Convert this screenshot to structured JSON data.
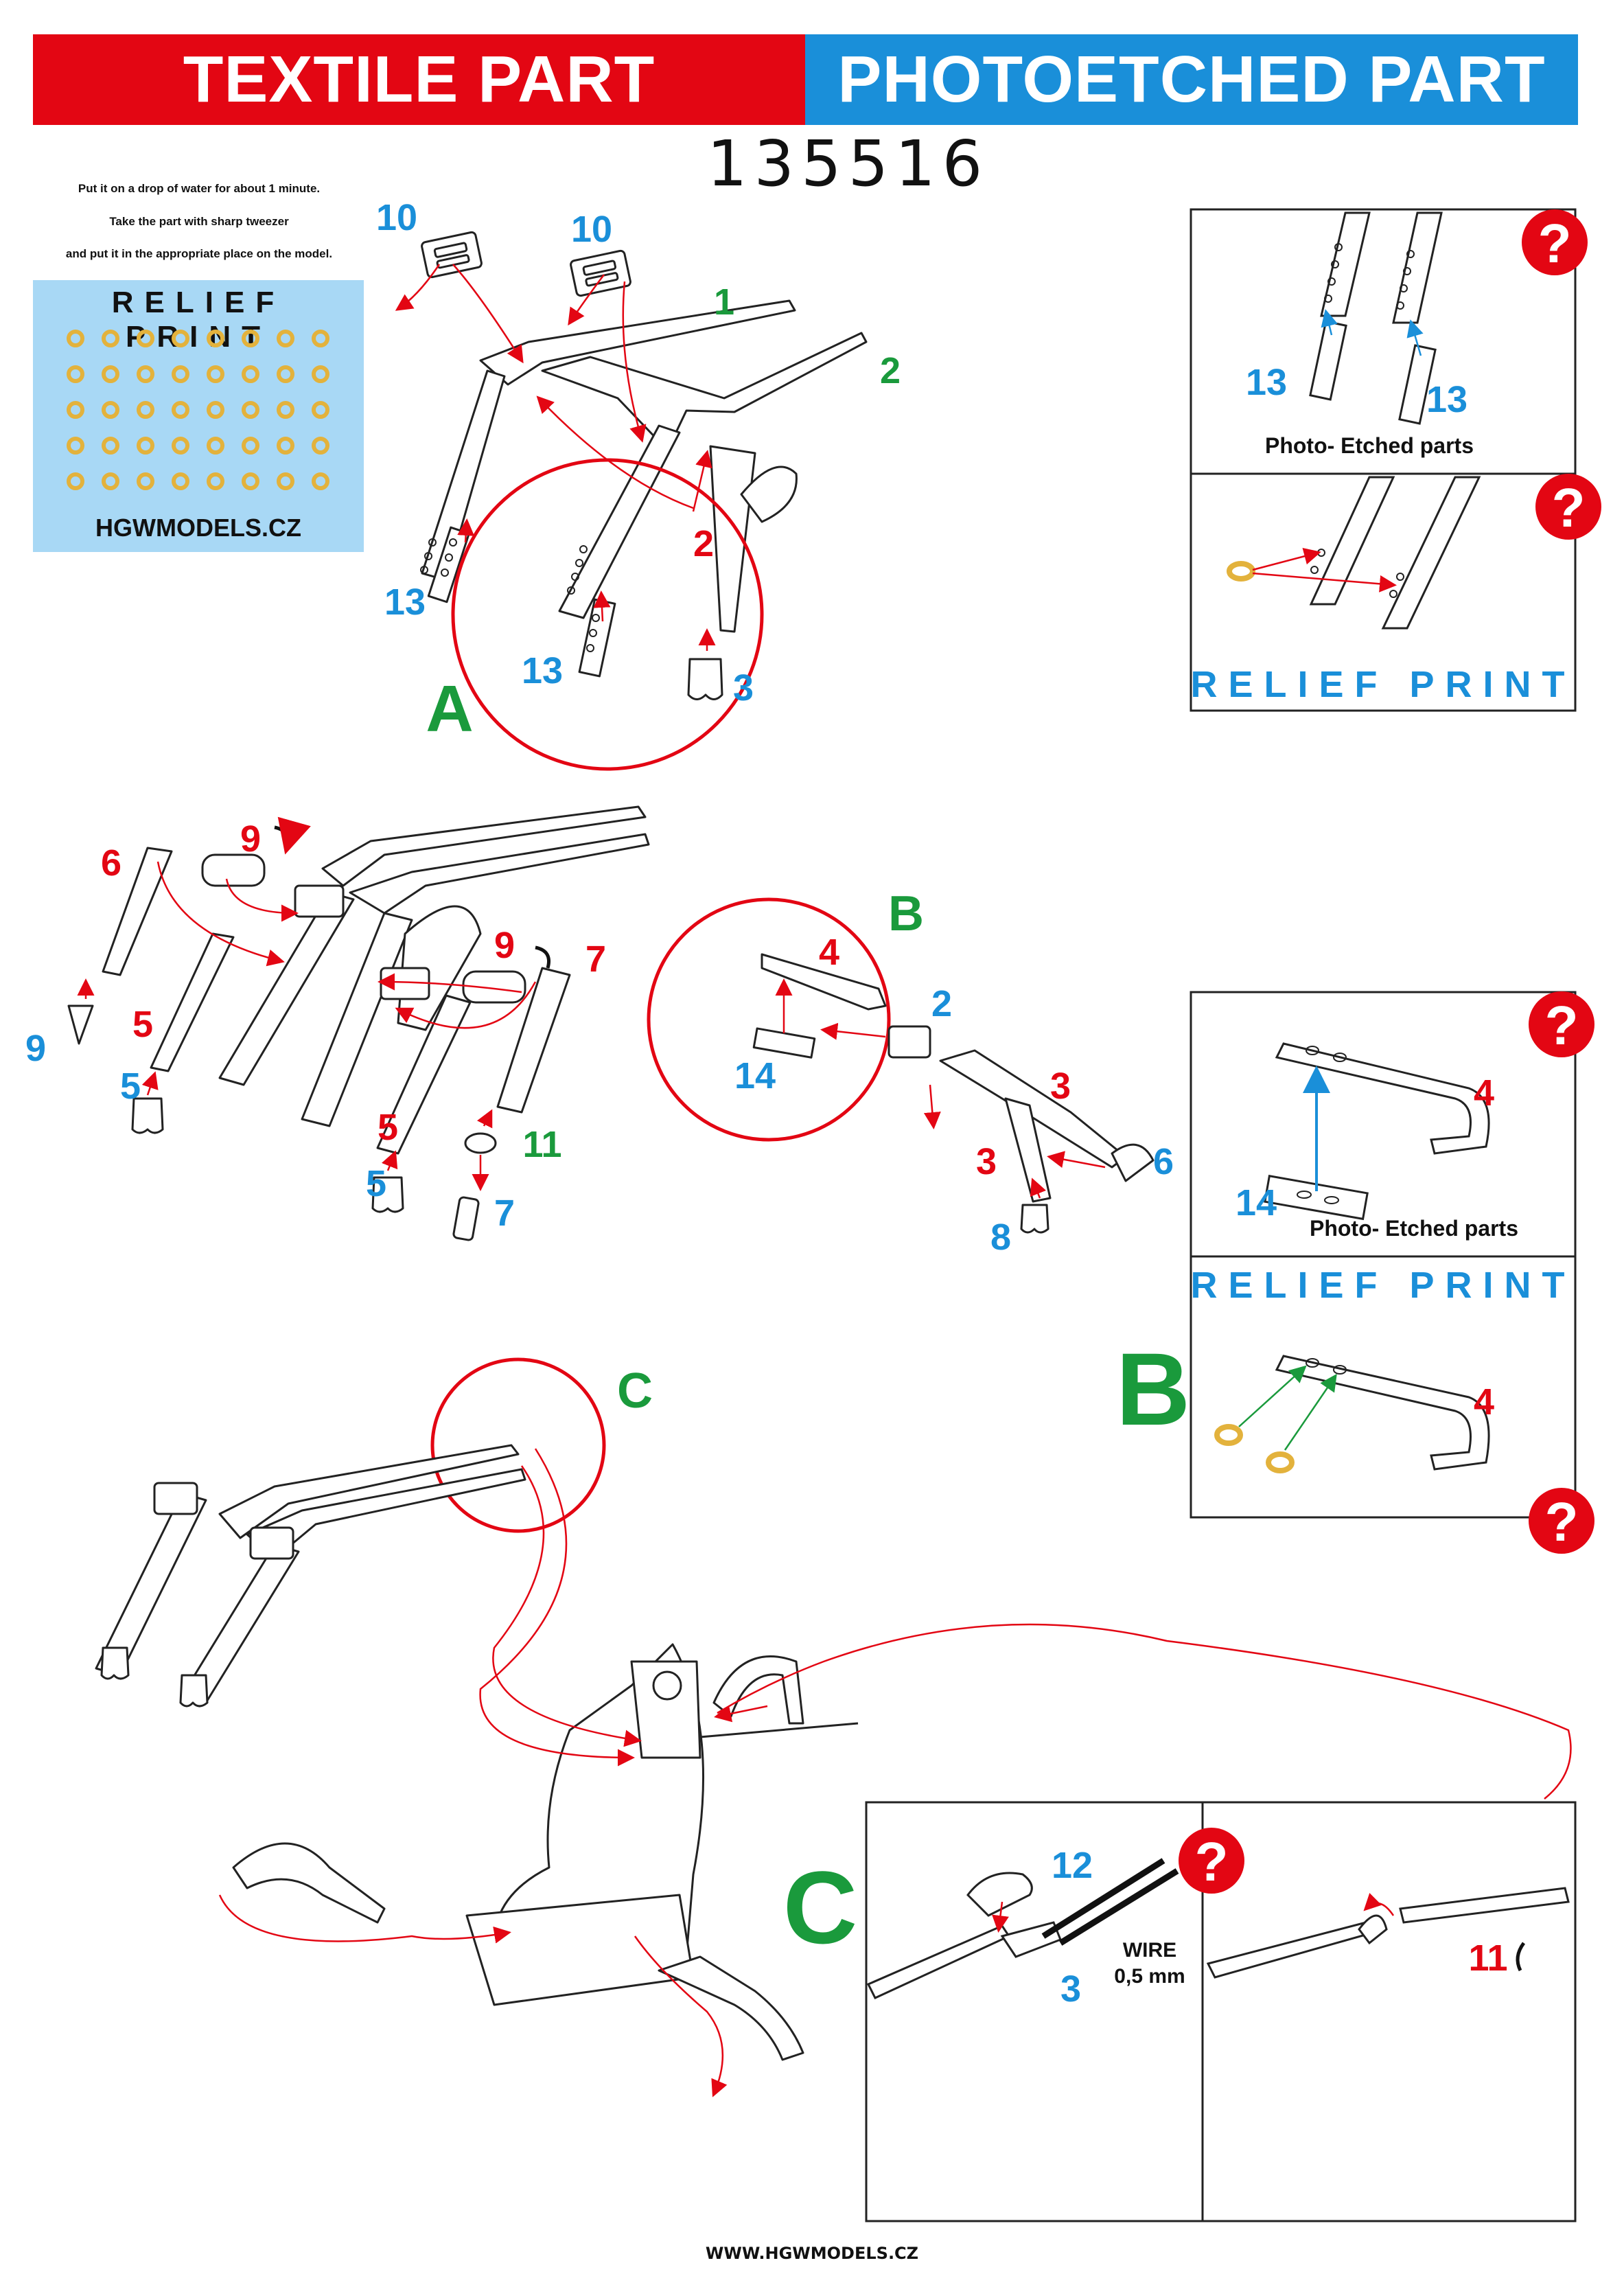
{
  "header": {
    "left_title": "TEXTILE PART",
    "right_title": "PHOTOETCHED PART"
  },
  "code": "135516",
  "instructions": [
    "Put it on a drop of water for about 1 minute.",
    "Take the part with sharp tweezer",
    "and put it in the appropriate place on the model."
  ],
  "relief_card": {
    "title": "RELIEF PRINT",
    "brand": "HGWMODELS.CZ",
    "dot_rows": 5,
    "dot_cols": 8
  },
  "colors": {
    "red": "#e30613",
    "blue": "#1a8fd9",
    "green": "#1a9a3c",
    "gold": "#e3b23c",
    "card_bg": "#a8d8f5"
  },
  "question_mark": "?",
  "photo_etched_label": "Photo- Etched parts",
  "relief_print_label": "RELIEF PRINT",
  "wire_label": "WIRE",
  "wire_size": "0,5 mm",
  "footer_url": "WWW.HGWMODELS.CZ",
  "section_letters": {
    "a": "A",
    "b": "B",
    "c": "C"
  },
  "labels_a": {
    "part10_left": "10",
    "part10_right": "10",
    "part1": "1",
    "part2_green": "2",
    "part2_red": "2",
    "part13_left": "13",
    "part13_mid": "13",
    "part3": "3"
  },
  "labels_detail_a": {
    "part13_left": "13",
    "part13_right": "13"
  },
  "labels_mid_left": {
    "part6": "6",
    "part9_top": "9",
    "part9_right": "9",
    "part7_red": "7",
    "part9_left": "9",
    "part5_left_red": "5",
    "part5_left_blue": "5",
    "part5_mid_red": "5",
    "part5_mid_blue": "5",
    "part11": "11",
    "part7_blue": "7"
  },
  "labels_b": {
    "part4": "4",
    "part2": "2",
    "part14": "14",
    "part3_top": "3",
    "part3_bottom": "3",
    "part6": "6",
    "part8": "8"
  },
  "labels_detail_b": {
    "part4_top": "4",
    "part14": "14",
    "part4_bottom": "4"
  },
  "labels_detail_c": {
    "part12": "12",
    "part3": "3",
    "part11": "11"
  }
}
